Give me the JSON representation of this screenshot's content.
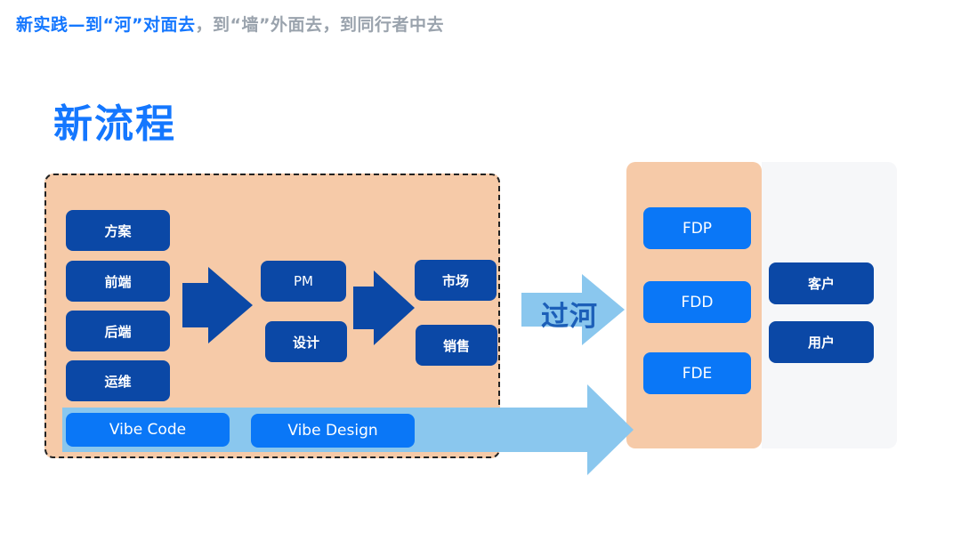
{
  "header": {
    "highlight": "新实践—到“河”对面去",
    "rest": "，到“墙”外面去，到同行者中去"
  },
  "title": "新流程",
  "roles": [
    "方案",
    "前端",
    "后端",
    "运维"
  ],
  "middle": [
    "PM",
    "设计"
  ],
  "right": [
    "市场",
    "销售"
  ],
  "tools": [
    "Vibe Code",
    "Vibe Design"
  ],
  "cross_label": "过河",
  "fd_roles": [
    "FDP",
    "FDD",
    "FDE"
  ],
  "customers": [
    "客户",
    "用户"
  ],
  "colors": {
    "accent": "#1477ff",
    "navy": "#0b48a6",
    "bright_blue": "#0a77f7",
    "peach": "#f6caa8",
    "light_arrow": "#8ac7ee"
  }
}
